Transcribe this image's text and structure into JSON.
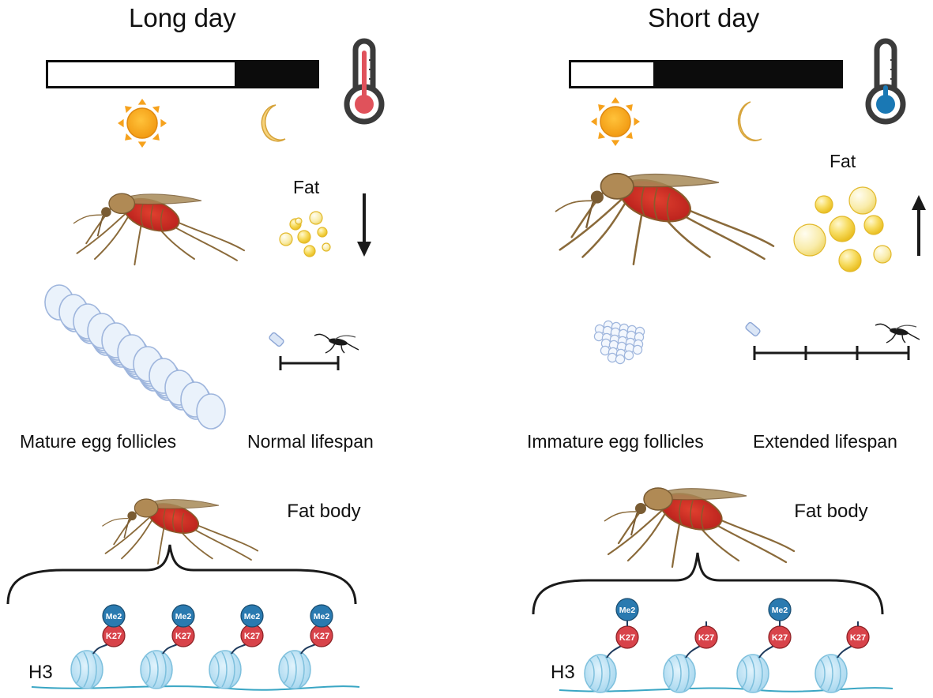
{
  "long_day": {
    "title": "Long day",
    "fat_label": "Fat",
    "egg_caption": "Mature egg follicles",
    "lifespan_caption": "Normal lifespan",
    "fat_body_label": "Fat body",
    "histone_label": "H3",
    "fat_trend": "decrease",
    "thermometer_color": "#e0525b",
    "k27_count": 4,
    "me2_count": 4
  },
  "short_day": {
    "title": "Short day",
    "fat_label": "Fat",
    "egg_caption": "Immature egg follicles",
    "lifespan_caption": "Extended lifespan",
    "fat_body_label": "Fat body",
    "histone_label": "H3",
    "fat_trend": "increase",
    "thermometer_color": "#1a78b4",
    "k27_count": 4,
    "me2_count": 2
  },
  "marks": {
    "me2": "Me2",
    "k27": "K27"
  },
  "colors": {
    "me2": "#2a7ab0",
    "k27": "#d8434a",
    "nucleosome": "#bfe3f5",
    "dna": "#3aa6c4",
    "sun": "#f6a21d",
    "moon": "#f6d27a",
    "fat_droplet": "#f4cf3f"
  },
  "icons": [
    "sun-icon",
    "moon-icon",
    "thermometer-icon",
    "mosquito-icon",
    "egg-follicle-icon",
    "nucleosome-icon"
  ]
}
